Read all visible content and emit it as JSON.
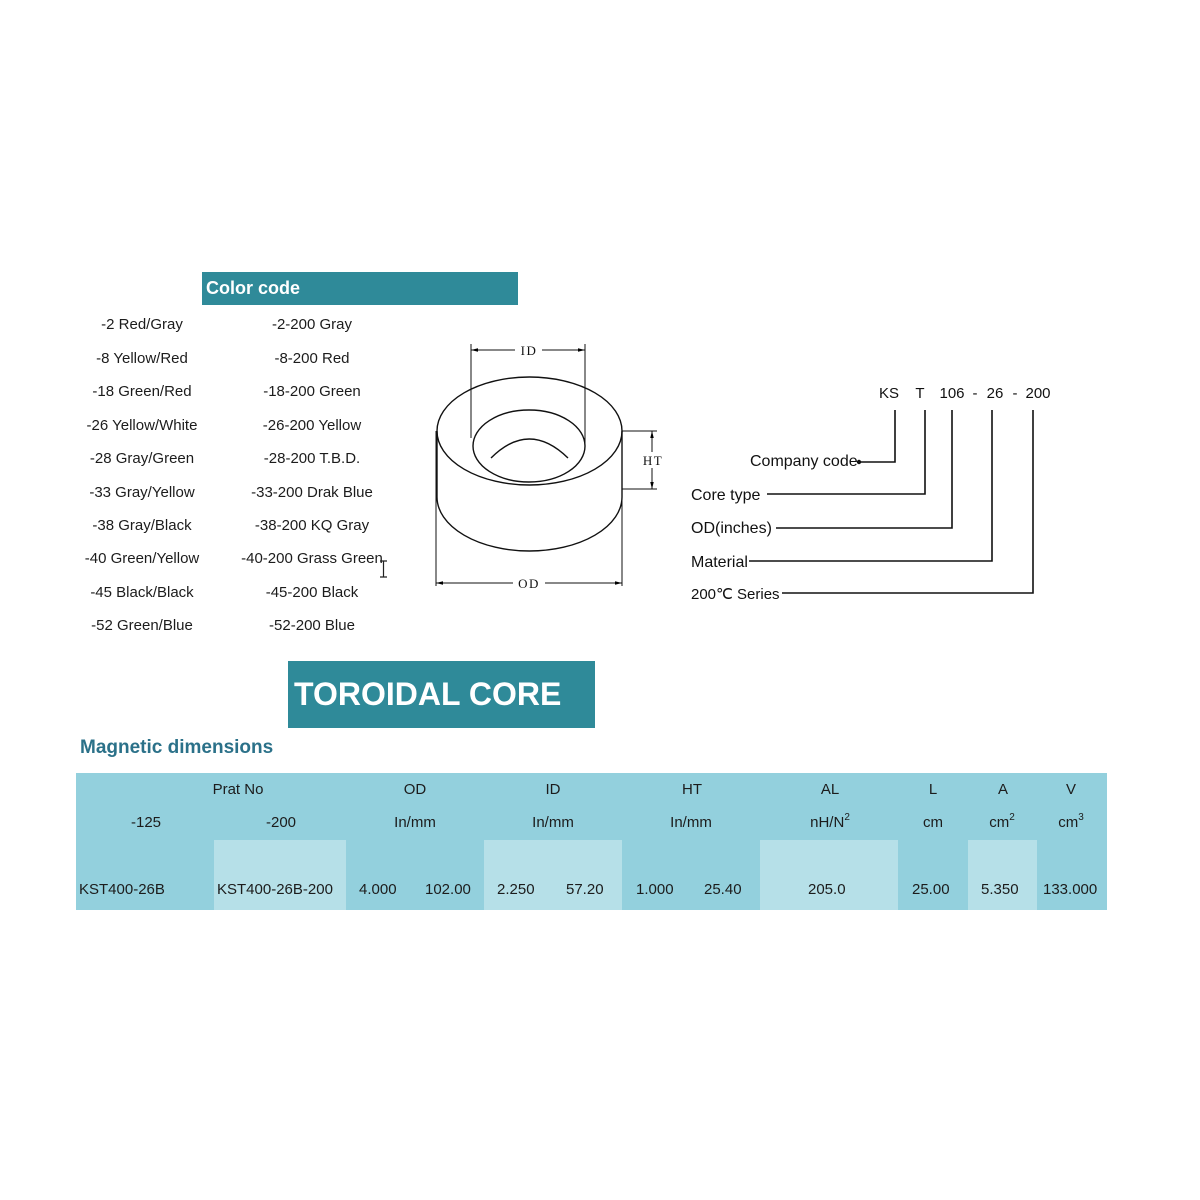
{
  "colors": {
    "teal": "#2f8a99",
    "table_header": "#93d0dd",
    "table_cell_light": "#b6e0e8",
    "heading": "#2b7189"
  },
  "color_code": {
    "title": "Color code",
    "left": [
      "-2 Red/Gray",
      "-8 Yellow/Red",
      "-18 Green/Red",
      "-26 Yellow/White",
      "-28 Gray/Green",
      "-33 Gray/Yellow",
      "-38 Gray/Black",
      "-40 Green/Yellow",
      "-45 Black/Black",
      "-52 Green/Blue"
    ],
    "right": [
      "-2-200 Gray",
      "-8-200 Red",
      "-18-200 Green",
      "-26-200 Yellow",
      "-28-200 T.B.D.",
      "-33-200 Drak Blue",
      "-38-200 KQ Gray",
      "-40-200 Grass Green",
      "-45-200 Black",
      "-52-200 Blue"
    ]
  },
  "diagram": {
    "id_label": "ID",
    "ht_label": "HT",
    "od_label": "OD"
  },
  "part_number": {
    "segments": [
      "KS",
      "T",
      "106",
      "-",
      "26",
      "-",
      "200"
    ],
    "labels": [
      "Company code",
      "Core type",
      "OD(inches)",
      "Material",
      "200℃ Series"
    ]
  },
  "banner": "TOROIDAL CORE",
  "section_title": "Magnetic dimensions",
  "table": {
    "header": {
      "part_no": "Prat No",
      "od": "OD",
      "id": "ID",
      "ht": "HT",
      "al": "AL",
      "l": "L",
      "a": "A",
      "v": "V"
    },
    "subheader": {
      "suffix_125": "-125",
      "suffix_200": "-200",
      "od_unit": "In/mm",
      "id_unit": "In/mm",
      "ht_unit": "In/mm",
      "al_unit": "nH/N",
      "al_unit_exp": "2",
      "l_unit": "cm",
      "a_unit": "cm",
      "a_unit_exp": "2",
      "v_unit": "cm",
      "v_unit_exp": "3"
    },
    "rows": [
      {
        "part_125": "KST400-26B",
        "part_200": "KST400-26B-200",
        "od_in": "4.000",
        "od_mm": "102.00",
        "id_in": "2.250",
        "id_mm": "57.20",
        "ht_in": "1.000",
        "ht_mm": "25.40",
        "al": "205.0",
        "l": "25.00",
        "a": "5.350",
        "v": "133.000"
      }
    ]
  }
}
